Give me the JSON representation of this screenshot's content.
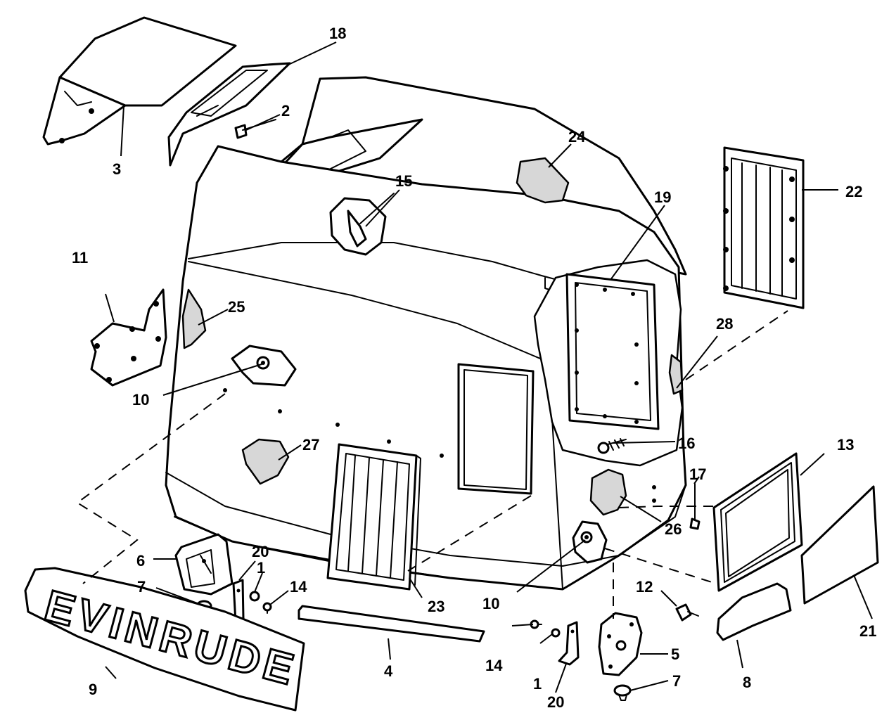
{
  "brand_text": "EVINRUDE",
  "callouts": {
    "c1a": "1",
    "c1b": "1",
    "c2": "2",
    "c3": "3",
    "c4": "4",
    "c5": "5",
    "c6": "6",
    "c7a": "7",
    "c7b": "7",
    "c8": "8",
    "c9": "9",
    "c10a": "10",
    "c10b": "10",
    "c11": "11",
    "c12": "12",
    "c13": "13",
    "c14a": "14",
    "c14b": "14",
    "c15": "15",
    "c16": "16",
    "c17": "17",
    "c18": "18",
    "c19": "19",
    "c20a": "20",
    "c20b": "20",
    "c21": "21",
    "c22": "22",
    "c23": "23",
    "c24": "24",
    "c25": "25",
    "c26": "26",
    "c27": "27",
    "c28": "28"
  }
}
